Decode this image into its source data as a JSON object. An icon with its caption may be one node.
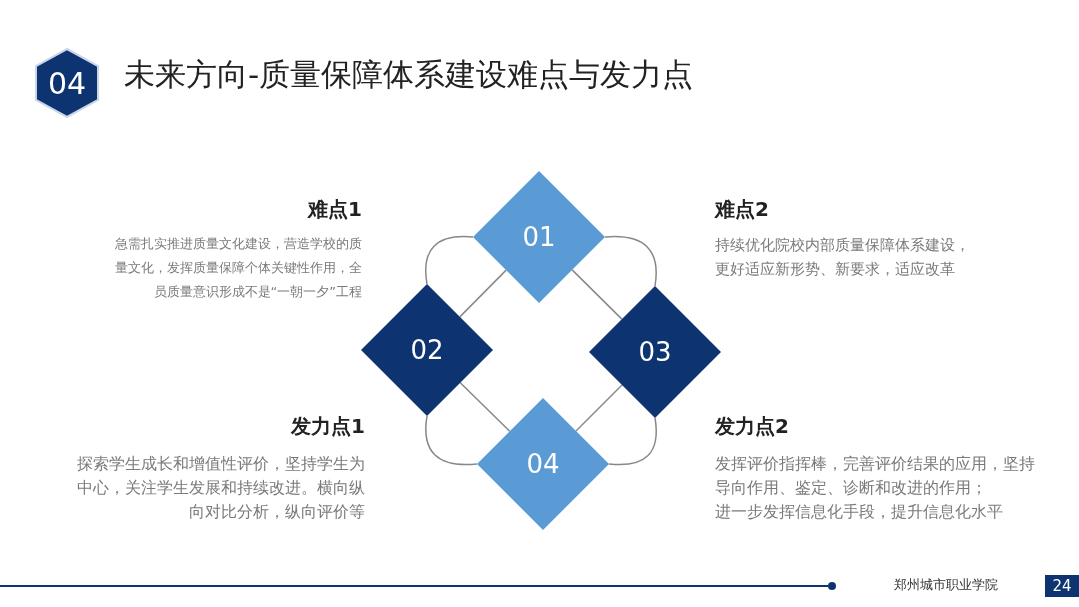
{
  "diagram": {
    "title": "未来方向-质量保障体系建设难点与发力点",
    "nodes": [
      {
        "text": [
          "04"
        ]
      },
      {
        "text": [
          "01"
        ]
      },
      {
        "text": [
          "02"
        ]
      },
      {
        "text": [
          "03"
        ]
      },
      {
        "text": [
          "04"
        ]
      },
      {
        "text": [
          "24"
        ]
      }
    ],
    "edges": [
      {
        "from": 1,
        "to": 2,
        "arrow": "none"
      },
      {
        "from": 1,
        "to": 3,
        "arrow": "none"
      },
      {
        "from": 2,
        "to": 4,
        "arrow": "none"
      },
      {
        "from": 3,
        "to": 4,
        "arrow": "none"
      },
      {
        "from": 1,
        "to": 2,
        "arrow": "none"
      },
      {
        "from": 1,
        "to": 3,
        "arrow": "none"
      },
      {
        "from": 2,
        "to": 4,
        "arrow": "none"
      },
      {
        "from": 3,
        "to": 4,
        "arrow": "none"
      }
    ],
    "labels": [
      "难点1",
      "急需扎实推进质量文化建设，营造学校的质量文化，发挥质量保障个体关键性作用，全员质量意识形成不是“一朝一夕”工程",
      "难点2",
      "持续优化院校内部质量保障体系建设，更好适应新形势、新要求，适应改革",
      "发力点1",
      "探索学生成长和增值性评价，坚持学生为中心，关注学生发展和持续改进。横向纵向对比分析，纵向评价等",
      "发力点2",
      "发挥评价指挥棒，完善评价结果的应用，坚持导向作用、鉴定、诊断和改进的作用；",
      "进一步发挥信息化手段，提升信息化水平",
      "郑州城市职业学院"
    ]
  }
}
